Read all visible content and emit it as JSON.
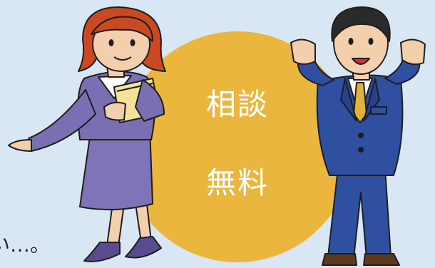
{
  "badge": {
    "line1": "相談",
    "line2": "無料"
  },
  "caption": "い…。",
  "colors": {
    "background": "#d9e7f4",
    "circle": "#eab63d",
    "circle_text": "#ffffff",
    "woman_suit": "#7b6fb3",
    "man_suit": "#2f4fa0"
  },
  "icons": [
    "woman-illustration",
    "man-illustration",
    "folder-icon"
  ]
}
